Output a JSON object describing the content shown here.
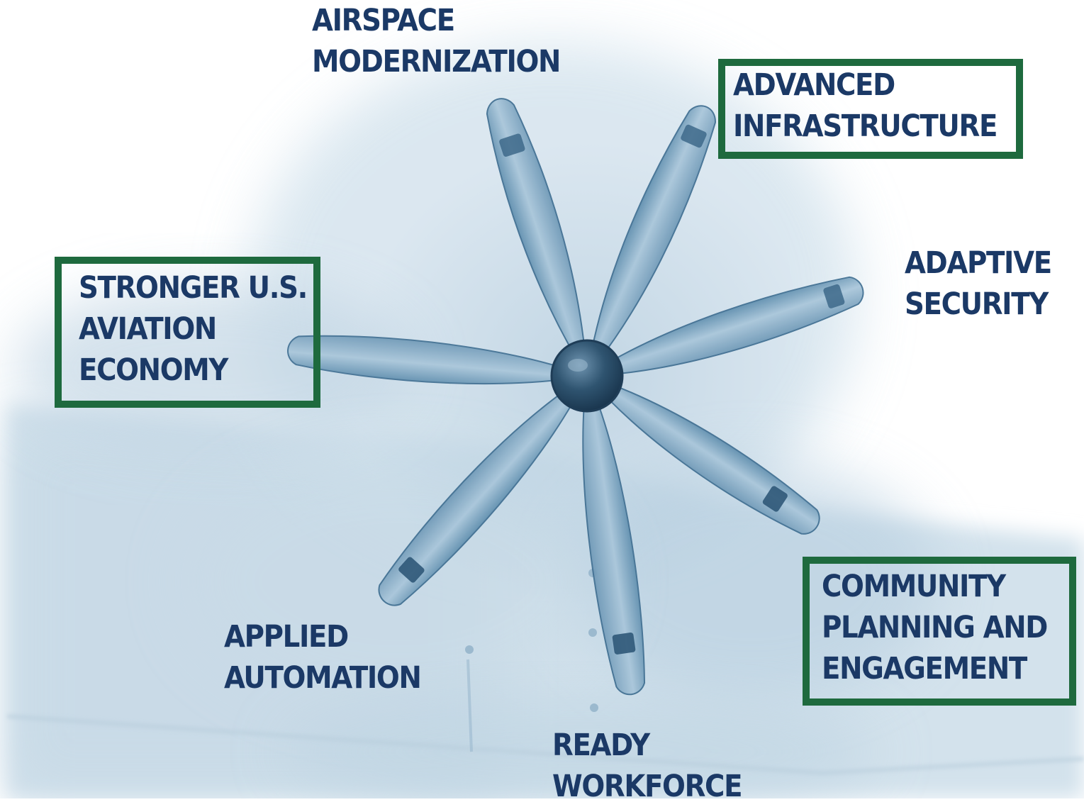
{
  "colors": {
    "label_text": "#1b3966",
    "highlight_border": "#1e6a3e",
    "propeller": "#7fa7c3",
    "propeller_shadow": "#4f7e9f",
    "wash": "#c9dbe7"
  },
  "illustration": {
    "subject": "propeller-illustration",
    "blade_count": 7
  },
  "labels": {
    "airspace": {
      "line1": "AIRSPACE",
      "line2": "MODERNIZATION",
      "highlighted": false
    },
    "infrastructure": {
      "line1": "ADVANCED",
      "line2": "INFRASTRUCTURE",
      "highlighted": true
    },
    "security": {
      "line1": "ADAPTIVE",
      "line2": "SECURITY",
      "highlighted": false
    },
    "economy": {
      "line1": "STRONGER U.S.",
      "line2": "AVIATION",
      "line3": "ECONOMY",
      "highlighted": true
    },
    "automation": {
      "line1": "APPLIED",
      "line2": "AUTOMATION",
      "highlighted": false
    },
    "community": {
      "line1": "COMMUNITY",
      "line2": "PLANNING AND",
      "line3": "ENGAGEMENT",
      "highlighted": true
    },
    "workforce": {
      "line1": "READY",
      "line2": "WORKFORCE",
      "highlighted": false
    }
  }
}
